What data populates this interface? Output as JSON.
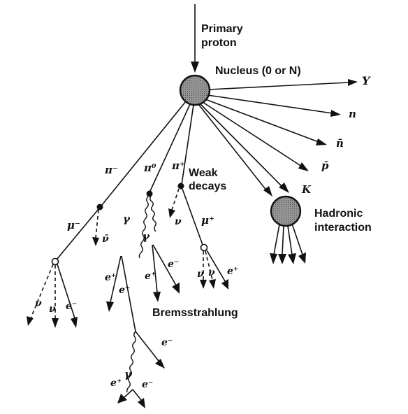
{
  "labels": {
    "primary_line1": "Primary",
    "primary_line2": "proton",
    "nucleus": "Nucleus (0 or N)",
    "weak_line1": "Weak",
    "weak_line2": "decays",
    "hadronic_line1": "Hadronic",
    "hadronic_line2": "interaction",
    "bremsstrahlung": "Bremsstrahlung"
  },
  "particles": {
    "Y": "Y",
    "n": "n",
    "nbar": "n̄",
    "pbar": "p̄",
    "K": "K",
    "pi_minus": "π⁻",
    "pi_zero": "π⁰",
    "pi_plus": "π⁺",
    "mu_minus": "μ⁻",
    "nu_bar": "ν̄",
    "nu": "ν",
    "mu_plus": "μ⁺",
    "nu_a": "ν",
    "nu_b": "ν",
    "nu_c": "ν",
    "nu_d": "ν",
    "e_minus_1": "e⁻",
    "gamma_1": "γ",
    "gamma_2": "γ",
    "e_plus_1": "e⁺",
    "e_minus_2": "e⁻",
    "e_plus_2": "e⁺",
    "e_minus_3": "e⁻",
    "e_plus_3": "e⁺",
    "gamma_3": "γ",
    "e_minus_4": "e⁻",
    "e_plus_4": "e⁺",
    "e_minus_5": "e⁻"
  }
}
